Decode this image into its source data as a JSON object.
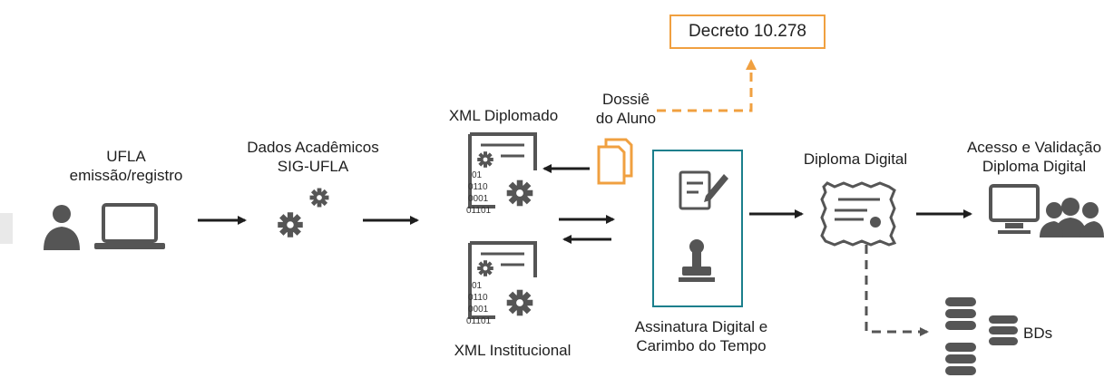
{
  "nodes": {
    "ufla": {
      "line1": "UFLA",
      "line2": "emissão/registro"
    },
    "dados": {
      "line1": "Dados Acadêmicos",
      "line2": "SIG-UFLA"
    },
    "xml_diplomado": {
      "label": "XML Diplomado",
      "code": [
        "01",
        "0110",
        "0001",
        "01101"
      ]
    },
    "xml_institucional": {
      "label": "XML Institucional",
      "code": [
        "01",
        "0110",
        "0001",
        "01101"
      ]
    },
    "dossie": {
      "line1": "Dossiê",
      "line2": "do Aluno"
    },
    "decreto": {
      "label": "Decreto 10.278"
    },
    "assinatura": {
      "line1": "Assinatura Digital e",
      "line2": "Carimbo do Tempo"
    },
    "diploma": {
      "label": "Diploma Digital"
    },
    "acesso": {
      "line1": "Acesso e Validação",
      "line2": "Diploma Digital"
    },
    "bds": {
      "label": "BDs"
    }
  },
  "colors": {
    "icon": "#555555",
    "accent_orange": "#f0a040",
    "accent_teal": "#1b7f8c",
    "arrow": "#1e1e1e"
  }
}
